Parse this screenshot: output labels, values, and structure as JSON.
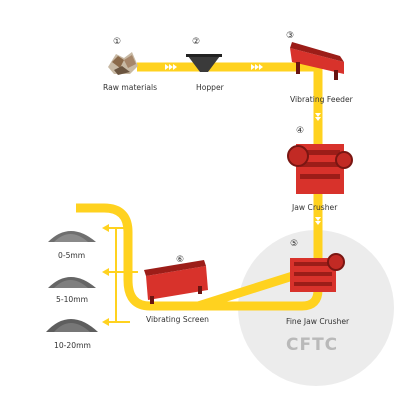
{
  "colors": {
    "conveyor": "#ffd21f",
    "conveyor_arrows": "#ffffff",
    "machine_red": "#d8322b",
    "machine_dark": "#9c1d18",
    "return_arrows": "#ffd21f",
    "circle_bg": "#ececec",
    "logo": "#b9b9b9"
  },
  "steps": [
    {
      "num": "①",
      "label": "Raw materials",
      "icon": "raw-materials-icon"
    },
    {
      "num": "②",
      "label": "Hopper",
      "icon": "hopper-icon"
    },
    {
      "num": "③",
      "label": "Vibrating Feeder",
      "icon": "vibrating-feeder-icon"
    },
    {
      "num": "④",
      "label": "Jaw Crusher",
      "icon": "jaw-crusher-icon"
    },
    {
      "num": "⑤",
      "label": "Fine Jaw Crusher",
      "icon": "fine-jaw-crusher-icon"
    },
    {
      "num": "⑥",
      "label": "Vibrating Screen",
      "icon": "vibrating-screen-icon"
    }
  ],
  "products": [
    {
      "label": "0-5mm"
    },
    {
      "label": "5-10mm"
    },
    {
      "label": "10-20mm"
    }
  ],
  "logo": {
    "text": "CFTC"
  }
}
